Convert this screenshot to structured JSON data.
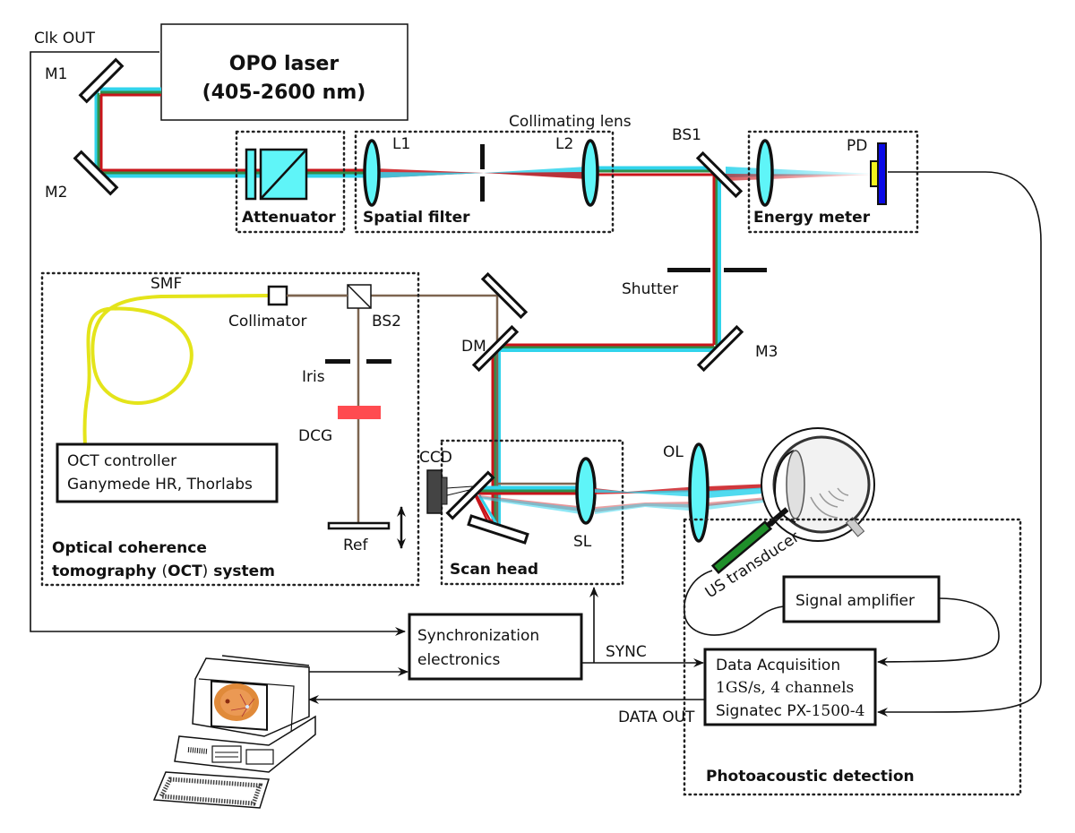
{
  "title": "Photoacoustic ophthalmoscopy + OCT experimental setup",
  "colors": {
    "beam_cyan": "#31d4ec",
    "beam_green": "#2f8f4a",
    "beam_red": "#c9141a",
    "lens_fill": "#5ff5f8",
    "oct_beam": "#7d6550",
    "fiber": "#e4e41a",
    "dcg_filter": "#ff4b50",
    "photodiode_blue": "#0a0ae6",
    "photodiode_yellow": "#f4f41c",
    "transducer_green": "#1f8f2a"
  },
  "laser": {
    "name": "OPO laser",
    "range": "(405-2600 nm)",
    "clock_label": "Clk OUT"
  },
  "mirrors": {
    "m1": "M1",
    "m2": "M2",
    "m3": "M3",
    "dm": "DM",
    "bs1": "BS1",
    "bs2": "BS2"
  },
  "modules": {
    "attenuator": "Attenuator",
    "spatial_filter": "Spatial filter",
    "energy_meter": "Energy meter",
    "scan_head": "Scan head",
    "oct_system_line1": "Optical coherence",
    "oct_system_line2_pre": "tomography ",
    "oct_system_line2_paren_open": "(",
    "oct_system_line2_acronym": "OCT",
    "oct_system_line2_paren_close": ")",
    "oct_system_line2_post": " system",
    "photoacoustic": "Photoacoustic detection"
  },
  "components": {
    "l1": "L1",
    "l2": "L2",
    "collimating_lens": "Collimating lens",
    "pd": "PD",
    "shutter": "Shutter",
    "smf": "SMF",
    "collimator": "Collimator",
    "iris": "Iris",
    "dcg": "DCG",
    "ref": "Ref",
    "ccd": "CCD",
    "sl": "SL",
    "ol": "OL",
    "us_transducer": "US transducer"
  },
  "boxes": {
    "oct_controller_line1": "OCT controller",
    "oct_controller_line2": "Ganymede HR, Thorlabs",
    "signal_amplifier": "Signal amplifier",
    "sync_line1": "Synchronization",
    "sync_line2": "electronics",
    "daq_line1": "Data Acquisition",
    "daq_line2": "1GS/s, 4 channels",
    "daq_line3_pre": "Signatec PX-",
    "daq_line3_model": "1500-4"
  },
  "signals": {
    "sync": "SYNC",
    "data_out": "DATA OUT"
  }
}
